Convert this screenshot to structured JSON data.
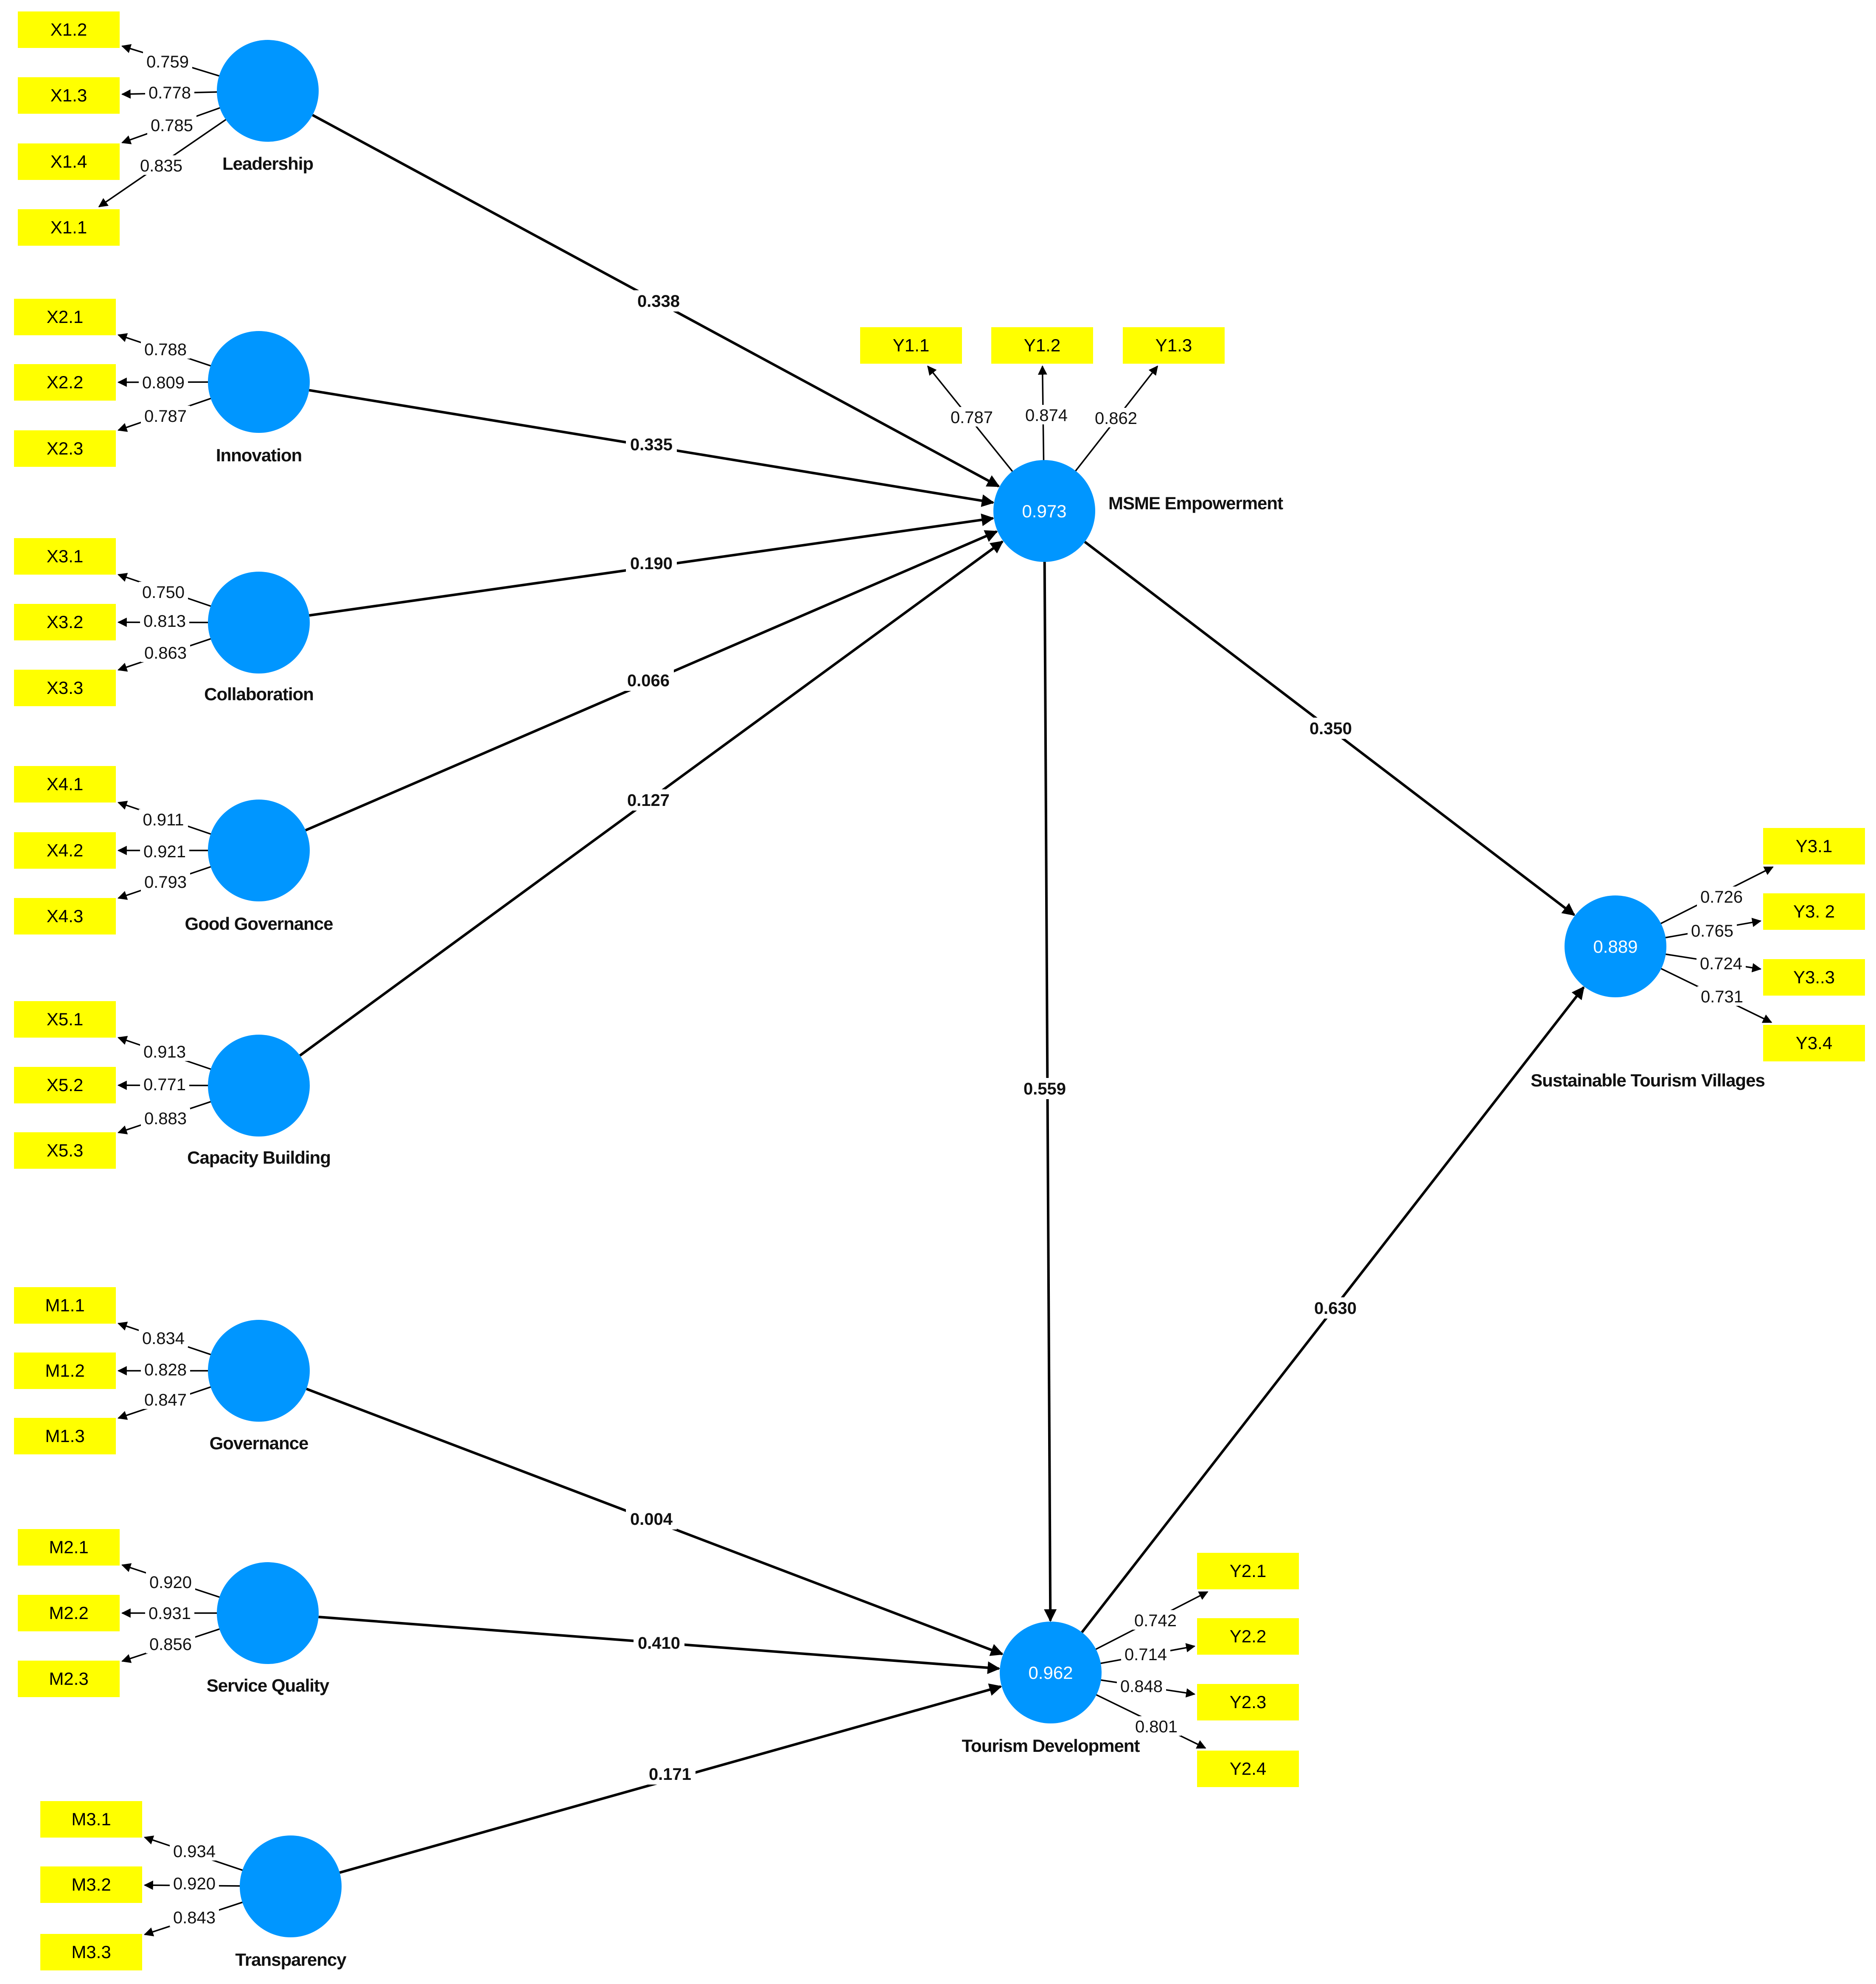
{
  "colors": {
    "construct": "#0096ff",
    "indicator": "#ffff00",
    "line": "#000000"
  },
  "constructs": [
    {
      "id": "leadership",
      "name": "Leadership",
      "r2": ""
    },
    {
      "id": "innovation",
      "name": "Innovation",
      "r2": ""
    },
    {
      "id": "collaboration",
      "name": "Collaboration",
      "r2": ""
    },
    {
      "id": "good_governance",
      "name": "Good Governance",
      "r2": ""
    },
    {
      "id": "capacity_building",
      "name": "Capacity Building",
      "r2": ""
    },
    {
      "id": "governance",
      "name": "Governance",
      "r2": ""
    },
    {
      "id": "service_quality",
      "name": "Service Quality",
      "r2": ""
    },
    {
      "id": "transparency",
      "name": "Transparency",
      "r2": ""
    },
    {
      "id": "msme",
      "name": "MSME Empowerment",
      "r2": "0.973"
    },
    {
      "id": "tourism_dev",
      "name": "Tourism Development",
      "r2": "0.962"
    },
    {
      "id": "stv",
      "name": "Sustainable Tourism Villages",
      "r2": "0.889"
    }
  ],
  "indicators": [
    {
      "construct": "leadership",
      "label": "X1.2",
      "loading": "0.759"
    },
    {
      "construct": "leadership",
      "label": "X1.3",
      "loading": "0.778"
    },
    {
      "construct": "leadership",
      "label": "X1.4",
      "loading": "0.785"
    },
    {
      "construct": "leadership",
      "label": "X1.1",
      "loading": "0.835"
    },
    {
      "construct": "innovation",
      "label": "X2.1",
      "loading": "0.788"
    },
    {
      "construct": "innovation",
      "label": "X2.2",
      "loading": "0.809"
    },
    {
      "construct": "innovation",
      "label": "X2.3",
      "loading": "0.787"
    },
    {
      "construct": "collaboration",
      "label": "X3.1",
      "loading": "0.750"
    },
    {
      "construct": "collaboration",
      "label": "X3.2",
      "loading": "0.813"
    },
    {
      "construct": "collaboration",
      "label": "X3.3",
      "loading": "0.863"
    },
    {
      "construct": "good_governance",
      "label": "X4.1",
      "loading": "0.911"
    },
    {
      "construct": "good_governance",
      "label": "X4.2",
      "loading": "0.921"
    },
    {
      "construct": "good_governance",
      "label": "X4.3",
      "loading": "0.793"
    },
    {
      "construct": "capacity_building",
      "label": "X5.1",
      "loading": "0.913"
    },
    {
      "construct": "capacity_building",
      "label": "X5.2",
      "loading": "0.771"
    },
    {
      "construct": "capacity_building",
      "label": "X5.3",
      "loading": "0.883"
    },
    {
      "construct": "governance",
      "label": "M1.1",
      "loading": "0.834"
    },
    {
      "construct": "governance",
      "label": "M1.2",
      "loading": "0.828"
    },
    {
      "construct": "governance",
      "label": "M1.3",
      "loading": "0.847"
    },
    {
      "construct": "service_quality",
      "label": "M2.1",
      "loading": "0.920"
    },
    {
      "construct": "service_quality",
      "label": "M2.2",
      "loading": "0.931"
    },
    {
      "construct": "service_quality",
      "label": "M2.3",
      "loading": "0.856"
    },
    {
      "construct": "transparency",
      "label": "M3.1",
      "loading": "0.934"
    },
    {
      "construct": "transparency",
      "label": "M3.2",
      "loading": "0.920"
    },
    {
      "construct": "transparency",
      "label": "M3.3",
      "loading": "0.843"
    },
    {
      "construct": "msme",
      "label": "Y1.1",
      "loading": "0.787"
    },
    {
      "construct": "msme",
      "label": "Y1.2",
      "loading": "0.874"
    },
    {
      "construct": "msme",
      "label": "Y1.3",
      "loading": "0.862"
    },
    {
      "construct": "tourism_dev",
      "label": "Y2.1",
      "loading": "0.742"
    },
    {
      "construct": "tourism_dev",
      "label": "Y2.2",
      "loading": "0.714"
    },
    {
      "construct": "tourism_dev",
      "label": "Y2.3",
      "loading": "0.848"
    },
    {
      "construct": "tourism_dev",
      "label": "Y2.4",
      "loading": "0.801"
    },
    {
      "construct": "stv",
      "label": "Y3.1",
      "loading": "0.726"
    },
    {
      "construct": "stv",
      "label": "Y3. 2",
      "loading": "0.765"
    },
    {
      "construct": "stv",
      "label": "Y3..3",
      "loading": "0.724"
    },
    {
      "construct": "stv",
      "label": "Y3.4",
      "loading": "0.731"
    }
  ],
  "paths": [
    {
      "from": "leadership",
      "to": "msme",
      "coef": "0.338"
    },
    {
      "from": "innovation",
      "to": "msme",
      "coef": "0.335"
    },
    {
      "from": "collaboration",
      "to": "msme",
      "coef": "0.190"
    },
    {
      "from": "good_governance",
      "to": "msme",
      "coef": "0.066"
    },
    {
      "from": "capacity_building",
      "to": "msme",
      "coef": "0.127"
    },
    {
      "from": "msme",
      "to": "stv",
      "coef": "0.350"
    },
    {
      "from": "msme",
      "to": "tourism_dev",
      "coef": "0.559"
    },
    {
      "from": "governance",
      "to": "tourism_dev",
      "coef": "0.004"
    },
    {
      "from": "service_quality",
      "to": "tourism_dev",
      "coef": "0.410"
    },
    {
      "from": "transparency",
      "to": "tourism_dev",
      "coef": "0.171"
    },
    {
      "from": "tourism_dev",
      "to": "stv",
      "coef": "0.630"
    }
  ]
}
